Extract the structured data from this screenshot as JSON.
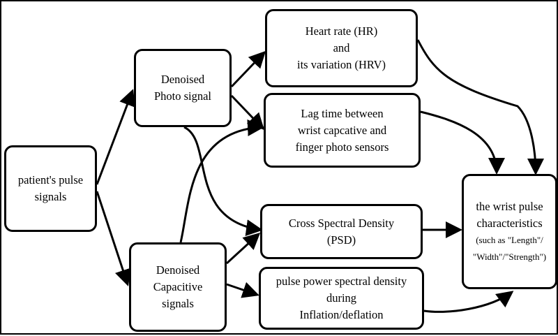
{
  "nodes": {
    "input": {
      "lines": [
        "patient's pulse",
        "signals"
      ]
    },
    "photo": {
      "lines": [
        "Denoised",
        "Photo signal"
      ]
    },
    "capacitive": {
      "lines": [
        "Denoised",
        "Capacitive",
        "signals"
      ]
    },
    "hr": {
      "lines": [
        "Heart rate (HR)",
        "and",
        "its variation (HRV)"
      ]
    },
    "lag": {
      "lines": [
        "Lag time between",
        "wrist capcative and",
        "finger photo sensors"
      ]
    },
    "csd": {
      "lines": [
        "Cross Spectral Density",
        "(PSD)"
      ]
    },
    "psd": {
      "lines": [
        "pulse power spectral density",
        "during",
        "Inflation/deflation"
      ]
    },
    "output": {
      "line1": "the wrist pulse",
      "line2": "characteristics",
      "line3": "(such as \"Length\"/",
      "line4": "\"Width\"/\"Strength\")"
    }
  }
}
